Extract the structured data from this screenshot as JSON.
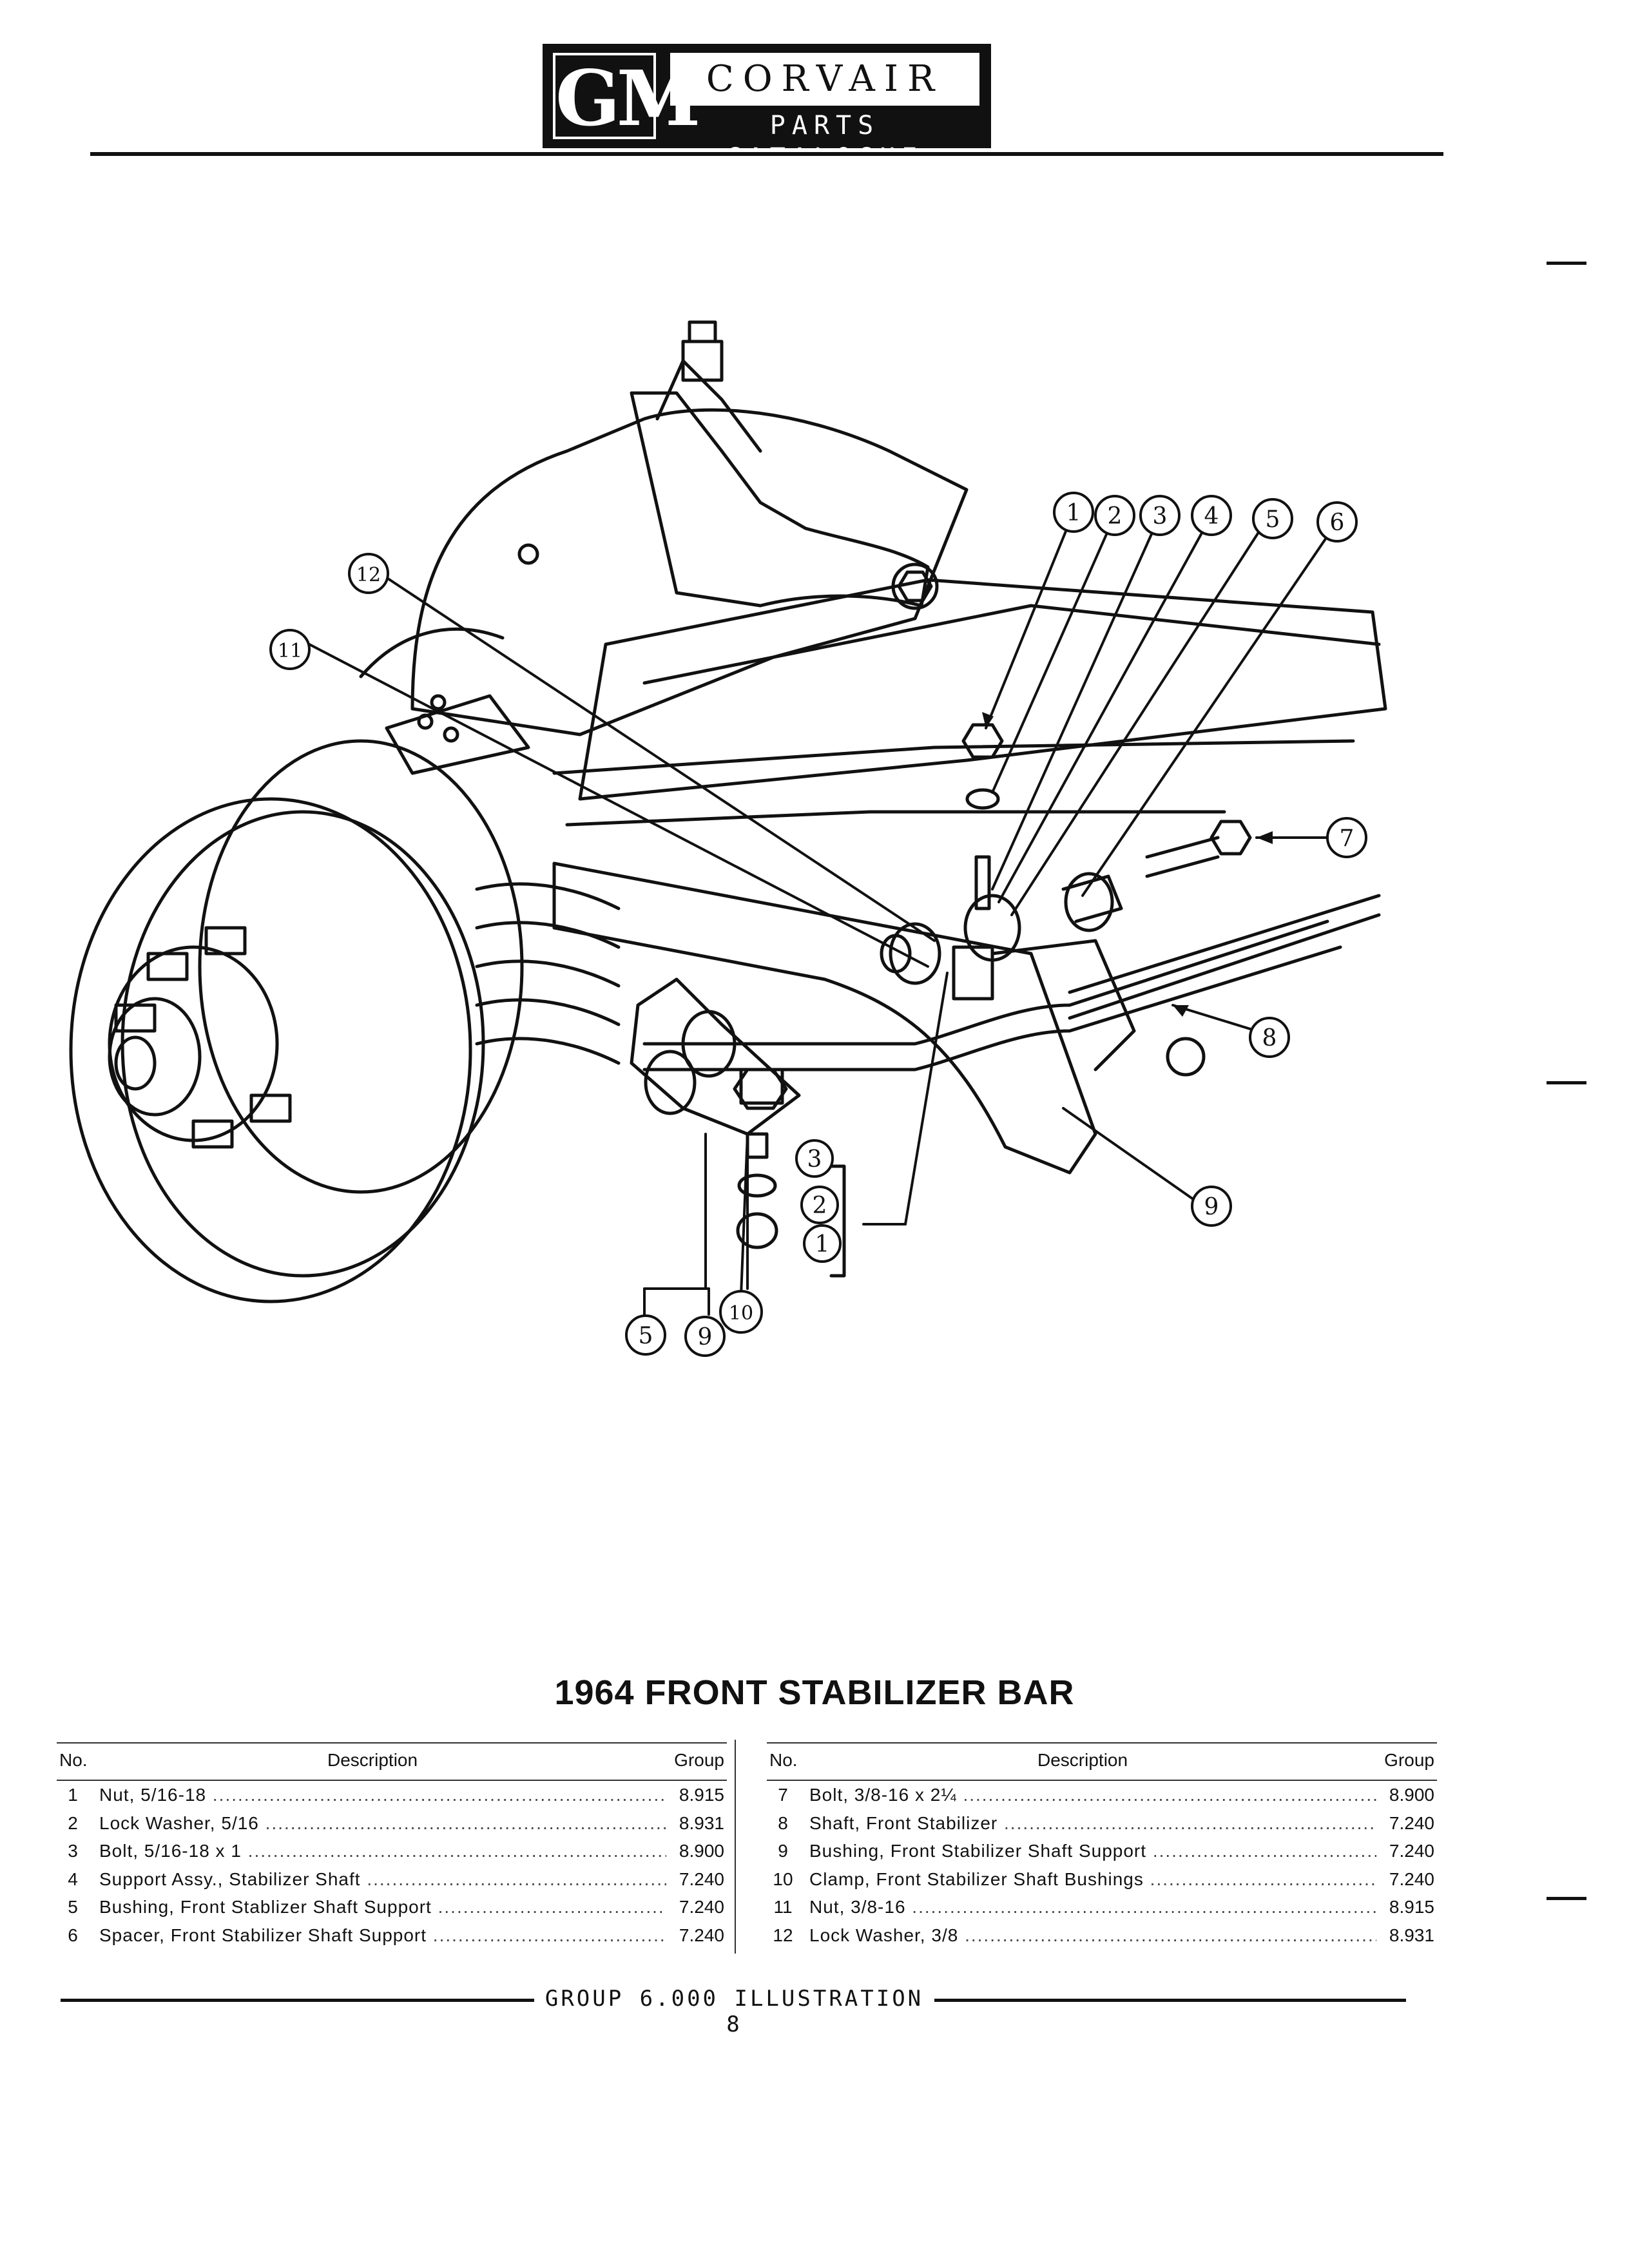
{
  "header": {
    "logo_gm": "GM",
    "logo_top": "CORVAIR",
    "logo_bottom": "PARTS CATALOGUE"
  },
  "illustration": {
    "callouts": [
      "1",
      "2",
      "3",
      "4",
      "5",
      "6",
      "7",
      "8",
      "9",
      "10",
      "11",
      "12",
      "3",
      "2",
      "1",
      "5",
      "9"
    ]
  },
  "title": "1964 FRONT STABILIZER BAR",
  "table_headers": {
    "no": "No.",
    "description": "Description",
    "group": "Group"
  },
  "parts_left": [
    {
      "no": "1",
      "description": "Nut, 5/16-18",
      "group": "8.915"
    },
    {
      "no": "2",
      "description": "Lock Washer, 5/16",
      "group": "8.931"
    },
    {
      "no": "3",
      "description": "Bolt, 5/16-18 x 1",
      "group": "8.900"
    },
    {
      "no": "4",
      "description": "Support Assy., Stabilizer Shaft",
      "group": "7.240"
    },
    {
      "no": "5",
      "description": "Bushing, Front Stablizer Shaft Support",
      "group": "7.240"
    },
    {
      "no": "6",
      "description": "Spacer, Front Stabilizer Shaft Support",
      "group": "7.240"
    }
  ],
  "parts_right": [
    {
      "no": "7",
      "description": "Bolt, 3/8-16 x 2¼",
      "group": "8.900"
    },
    {
      "no": "8",
      "description": "Shaft, Front Stabilizer",
      "group": "7.240"
    },
    {
      "no": "9",
      "description": "Bushing, Front Stabilizer Shaft Support",
      "group": "7.240"
    },
    {
      "no": "10",
      "description": "Clamp, Front Stabilizer Shaft Bushings",
      "group": "7.240"
    },
    {
      "no": "11",
      "description": "Nut, 3/8-16",
      "group": "8.915"
    },
    {
      "no": "12",
      "description": "Lock Washer, 3/8",
      "group": "8.931"
    }
  ],
  "footer": "GROUP 6.000 ILLUSTRATION 8"
}
